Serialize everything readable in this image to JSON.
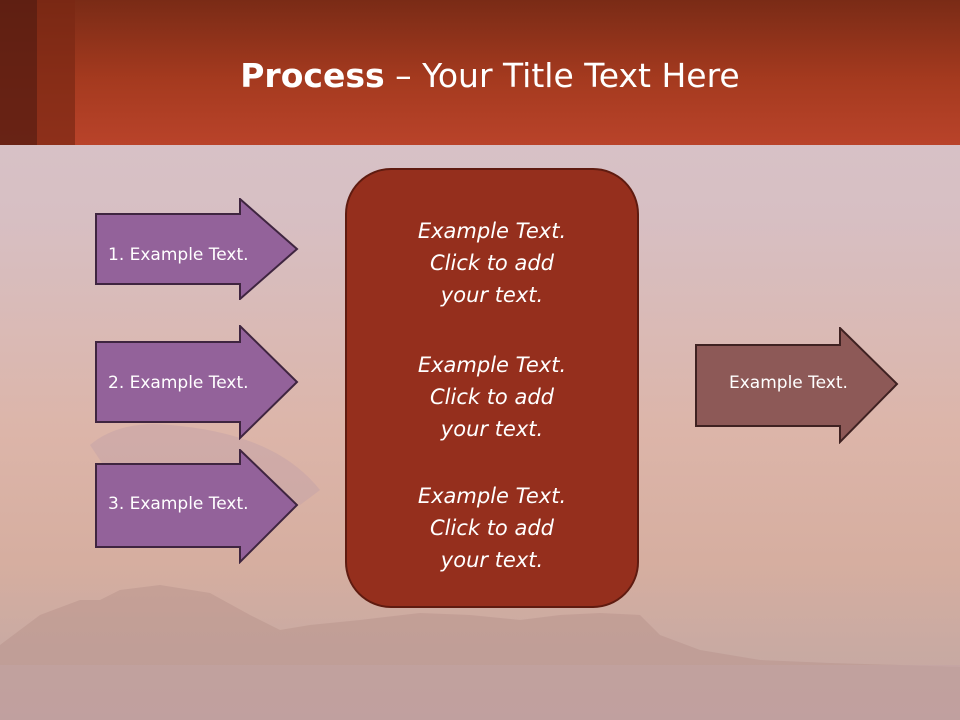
{
  "slide": {
    "title_bold": "Process",
    "title_rest": " – Your Title Text Here"
  },
  "left_arrows": [
    {
      "label": "1. Example Text."
    },
    {
      "label": "2. Example Text."
    },
    {
      "label": "3. Example Text."
    }
  ],
  "center_blocks": [
    {
      "line1": "Example Text.",
      "line2": "Click  to add",
      "line3": "your text."
    },
    {
      "line1": "Example Text.",
      "line2": "Click  to add",
      "line3": "your text."
    },
    {
      "line1": "Example Text.",
      "line2": "Click  to add",
      "line3": "your text."
    }
  ],
  "right_arrow": {
    "label": "Example Text."
  },
  "colors": {
    "header": "#a53a1f",
    "left_arrow_fill": "#93629a",
    "center_box_fill": "#952f1d",
    "right_arrow_fill": "#8d5957"
  }
}
